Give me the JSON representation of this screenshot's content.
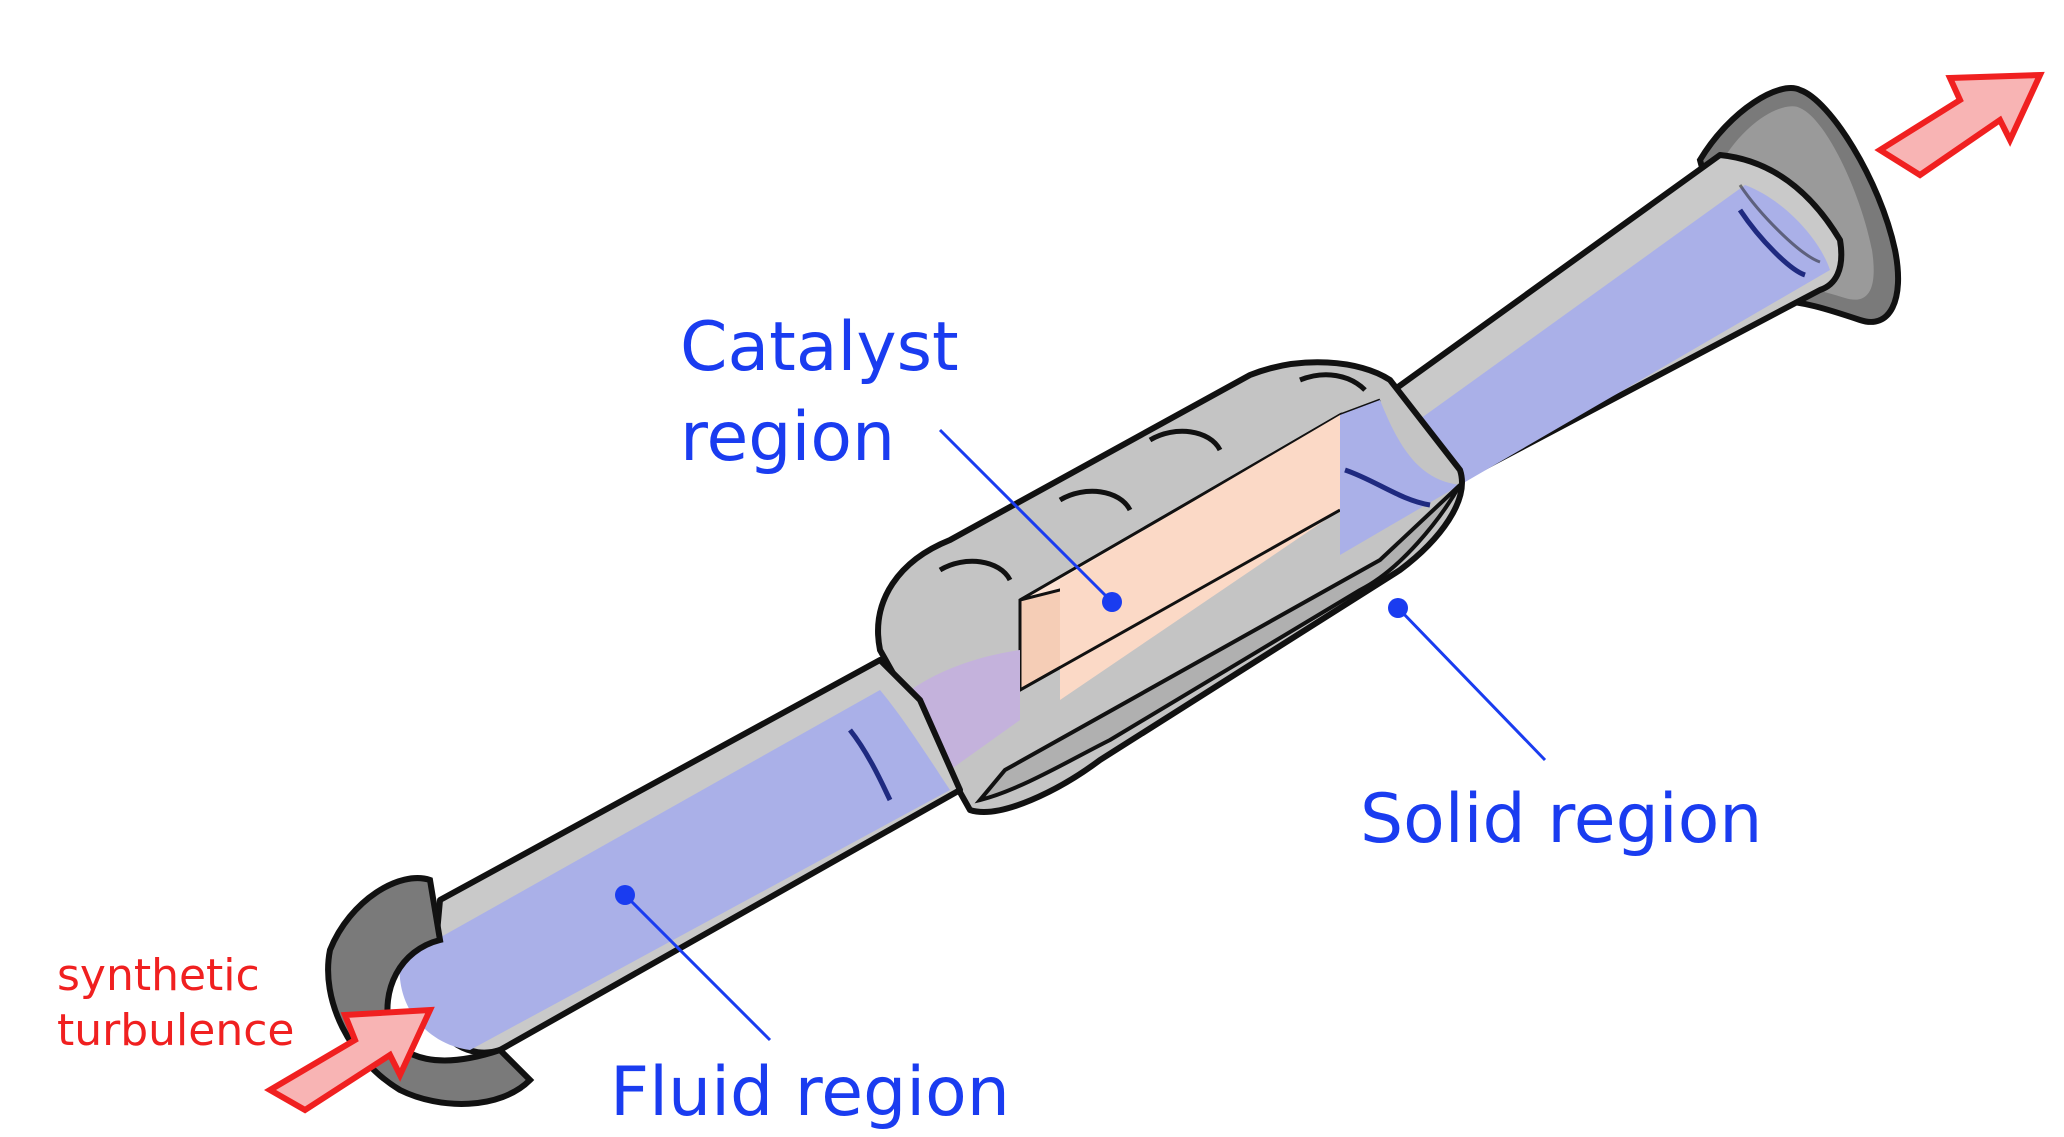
{
  "labels": {
    "catalyst_line1": "Catalyst",
    "catalyst_line2": "region",
    "solid": "Solid region",
    "fluid": "Fluid region",
    "turb_line1": "synthetic",
    "turb_line2": "turbulence"
  },
  "colors": {
    "label_blue": "#1a3cf0",
    "label_red": "#f02020",
    "fluid": "#aab0e8",
    "catalyst": "#fbd9c6",
    "solid_metal": "#c8c8c8",
    "flange": "#8c8c8c",
    "arrow_fill": "#f8b4b4",
    "arrow_stroke": "#f02020"
  },
  "icons": {
    "inlet": "inlet-flow-arrow",
    "outlet": "outlet-flow-arrow"
  }
}
